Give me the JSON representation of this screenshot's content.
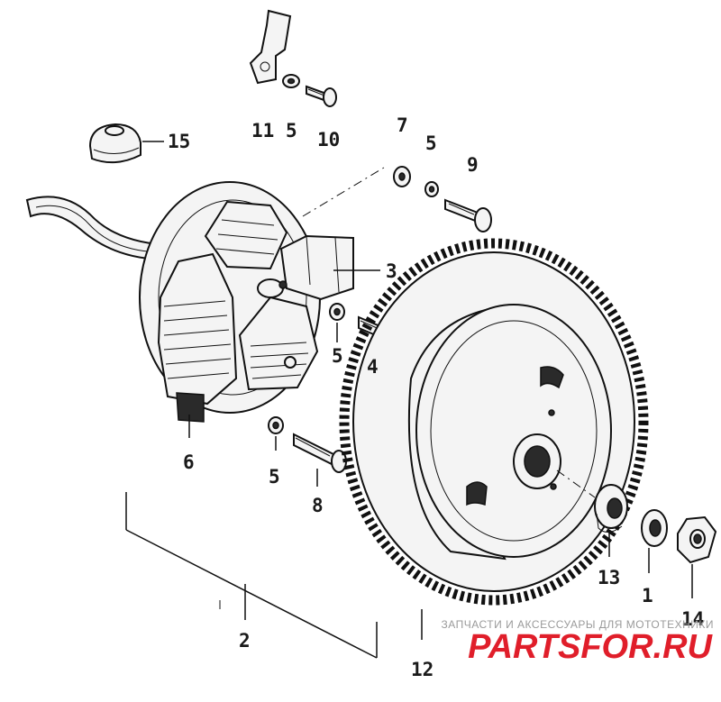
{
  "diagram": {
    "callouts": {
      "c1": "1",
      "c2": "2",
      "c3": "3",
      "c4": "4",
      "c5a": "5",
      "c5b": "5",
      "c5c": "5",
      "c5d": "5",
      "c6": "6",
      "c7": "7",
      "c8": "8",
      "c9": "9",
      "c10": "10",
      "c11": "11",
      "c12": "12",
      "c13": "13",
      "c14": "14",
      "c15": "15"
    }
  },
  "watermark": {
    "caption": "ЗАПЧАСТИ И АКСЕССУАРЫ ДЛЯ МОТОТЕХНИКИ",
    "brand_left": "PARTS",
    "brand_right": "FOR.RU",
    "brand_color": "#e01e2a"
  }
}
